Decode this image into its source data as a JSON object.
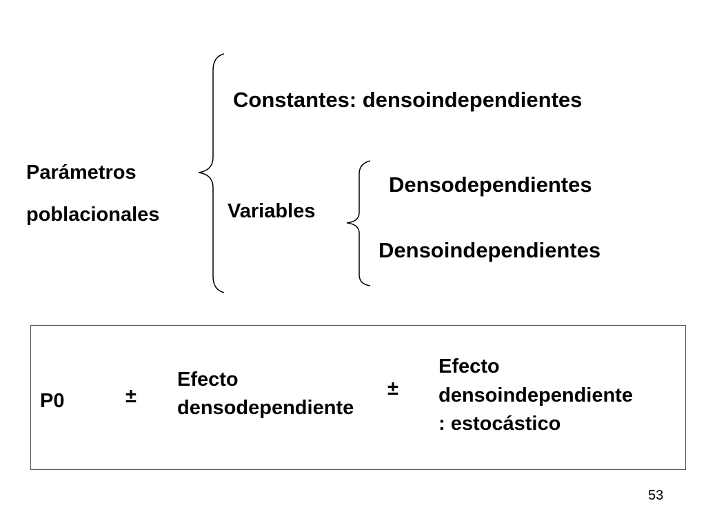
{
  "diagram": {
    "root": {
      "line1": "Parámetros",
      "line2": "poblacionales"
    },
    "constantes": "Constantes: densoindependientes",
    "variables": "Variables",
    "variables_children": [
      "Densodependientes",
      "Densoindependientes"
    ]
  },
  "equation": {
    "p0": "P0",
    "plus_minus_1": "±",
    "dd_effect": {
      "line1": "Efecto",
      "line2": "densodependiente"
    },
    "plus_minus_2": "±",
    "di_effect": {
      "line1": "Efecto",
      "line2": "densoindependiente",
      "line3": ": estocástico"
    }
  },
  "slide_number": "53",
  "colors": {
    "text": "#000000",
    "brace": "#000000",
    "box_border": "#555555"
  }
}
